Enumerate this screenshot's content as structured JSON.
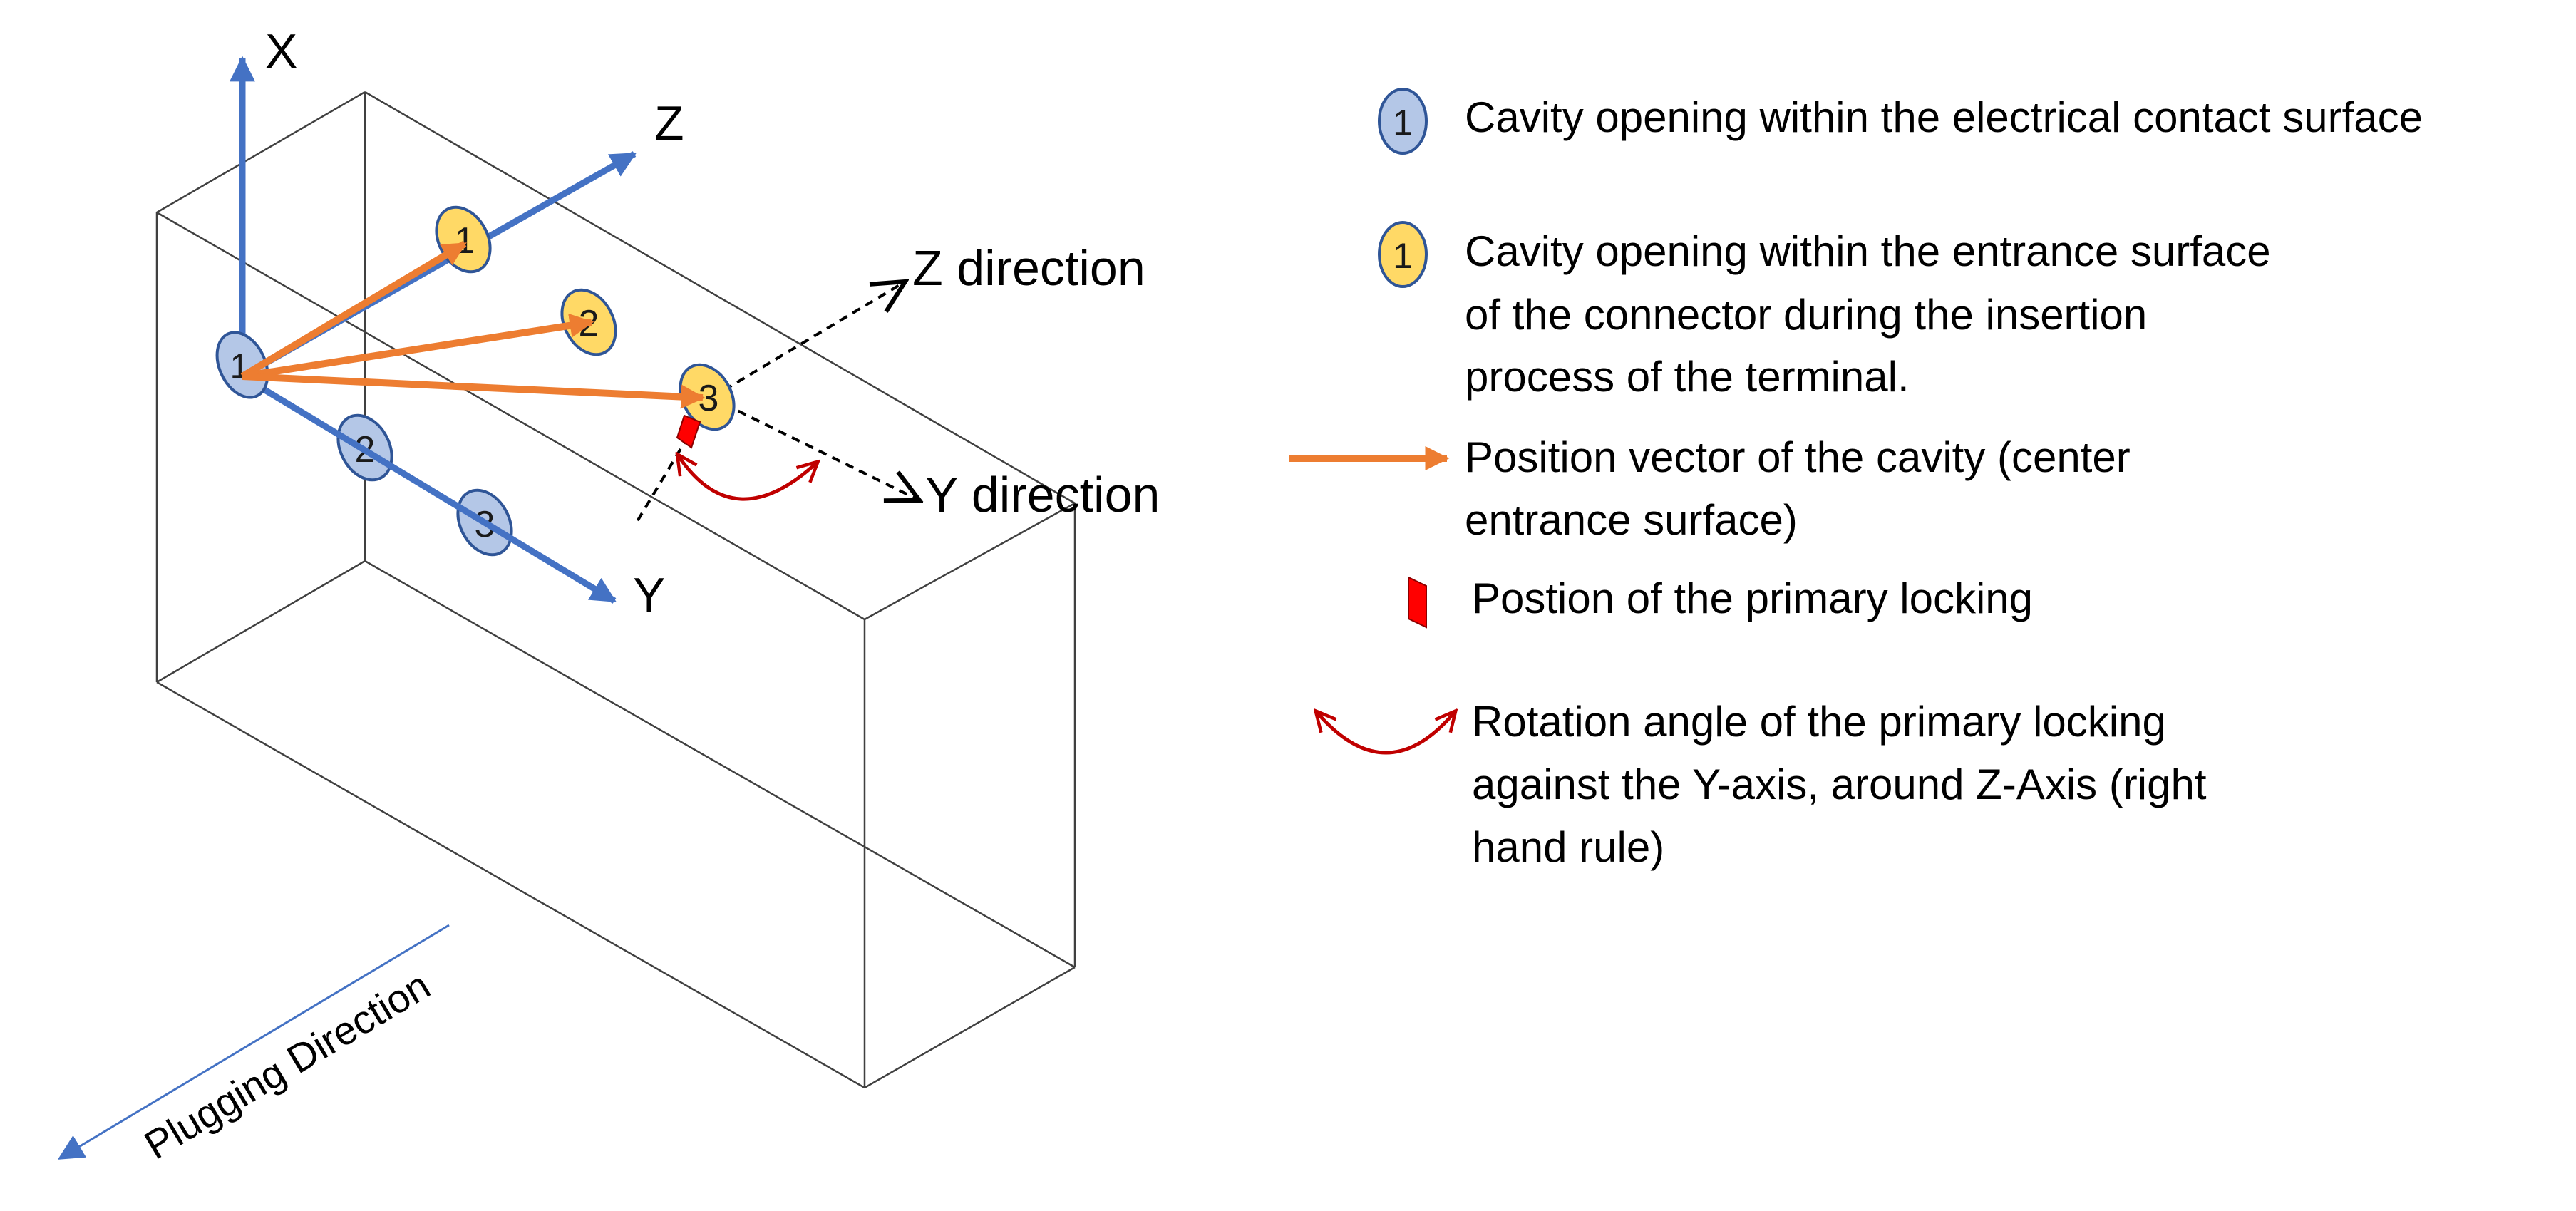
{
  "diagram": {
    "axes": {
      "x_label": "X",
      "y_label": "Y",
      "z_label": "Z",
      "axis_color": "#4472C4"
    },
    "directions": {
      "z_direction_label": "Z direction",
      "y_direction_label": "Y direction"
    },
    "plugging_direction_label": "Plugging Direction",
    "cavities": {
      "contact_surface": [
        {
          "label": "1"
        },
        {
          "label": "2"
        },
        {
          "label": "3"
        }
      ],
      "entrance_surface": [
        {
          "label": "1"
        },
        {
          "label": "2"
        },
        {
          "label": "3"
        }
      ]
    },
    "legend": {
      "contact_cavity": {
        "symbol_label": "1",
        "lines": [
          "Cavity opening within the electrical contact surface"
        ]
      },
      "entrance_cavity": {
        "symbol_label": "1",
        "lines": [
          "Cavity opening within the entrance surface",
          "of the connector during the insertion",
          "process of the terminal."
        ]
      },
      "position_vector": {
        "lines": [
          "Position vector of the cavity (center",
          "entrance surface)"
        ]
      },
      "primary_locking": {
        "lines": [
          "Postion of the primary locking"
        ]
      },
      "rotation_angle": {
        "lines": [
          "Rotation angle of the primary locking",
          "against the Y-axis, around Z-Axis (right",
          "hand rule)"
        ]
      }
    },
    "colors": {
      "contact_fill": "#B4C7E7",
      "entrance_fill": "#FFD966",
      "ellipse_stroke": "#2F5597",
      "vector_color": "#ED7D31",
      "locking_color": "#FF0000",
      "rotation_color": "#C00000",
      "plugging_color": "#4472C4",
      "box_color": "#404040"
    }
  }
}
